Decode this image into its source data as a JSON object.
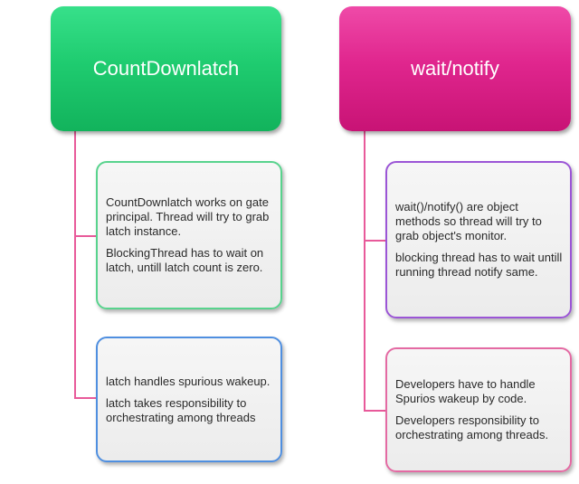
{
  "left": {
    "title": "CountDownlatch",
    "box1": [
      "CountDownlatch works on gate principal. Thread will try to grab latch instance.",
      "BlockingThread has to wait on latch, untill latch count  is zero."
    ],
    "box2": [
      "latch handles spurious wakeup.",
      "latch takes responsibility to orchestrating among threads"
    ]
  },
  "right": {
    "title": "wait/notify",
    "box1": [
      "wait()/notify()  are object methods so thread will try to grab object's monitor.",
      "blocking thread  has to wait untill running thread notify same."
    ],
    "box2": [
      "Developers have to handle Spurios wakeup by code.",
      "Developers responsibility to orchestrating among threads."
    ]
  },
  "colors": {
    "left_header": "#1fcc70",
    "right_header": "#e0268e",
    "connector": "#e85a9a",
    "left_box1_border": "#58d38d",
    "left_box2_border": "#4f8fe0",
    "right_box1_border": "#9b55d6",
    "right_box2_border": "#e46aa3"
  }
}
